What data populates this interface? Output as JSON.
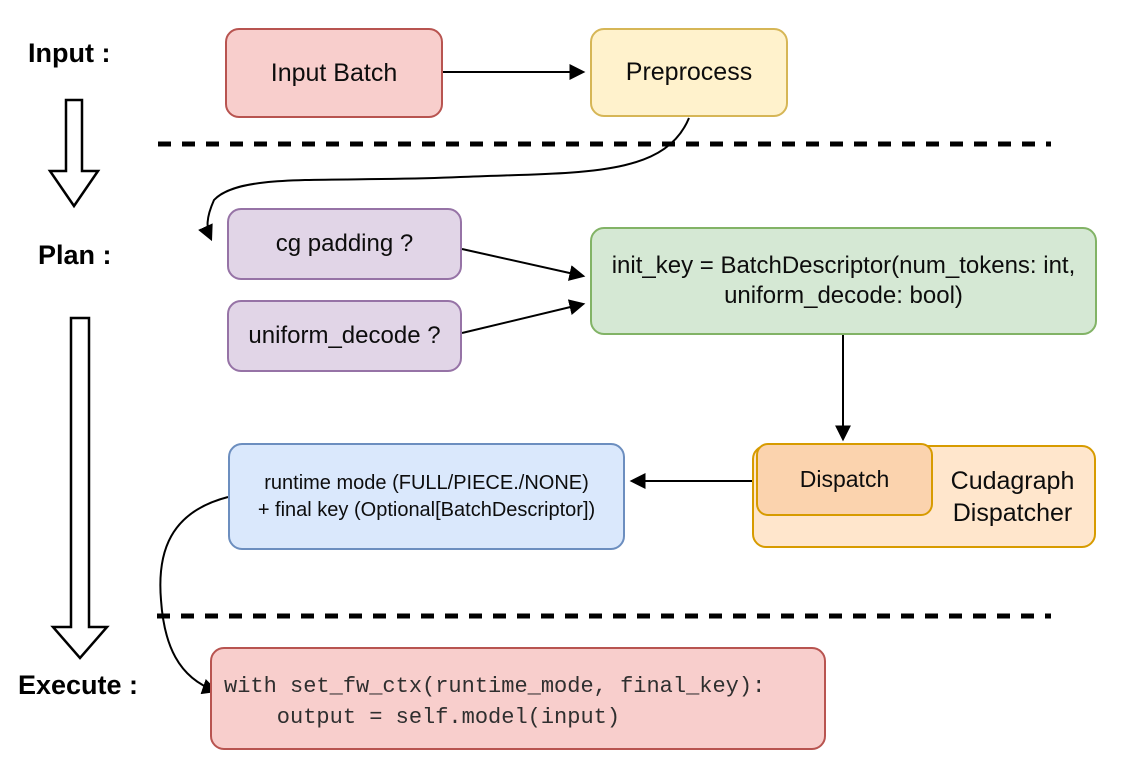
{
  "stages": {
    "input_label": "Input :",
    "plan_label": "Plan :",
    "execute_label": "Execute :"
  },
  "nodes": {
    "input_batch": {
      "label": "Input Batch"
    },
    "preprocess": {
      "label": "Preprocess"
    },
    "cg_padding": {
      "label": "cg padding ?"
    },
    "uniform_decode": {
      "label": "uniform_decode ?"
    },
    "init_key": {
      "line1": "init_key = BatchDescriptor(num_tokens: int,",
      "line2": "uniform_decode: bool)"
    },
    "dispatch": {
      "label": "Dispatch"
    },
    "cudagraph_dispatcher": {
      "line1": "Cudagraph",
      "line2": "Dispatcher"
    },
    "runtime_mode": {
      "line1": "runtime mode (FULL/PIECE./NONE)",
      "line2": "+ final key (Optional[BatchDescriptor])"
    },
    "execute_code": {
      "line1": "with set_fw_ctx(runtime_mode, final_key):",
      "line2": "    output = self.model(input)"
    }
  },
  "colors": {
    "red_fill": "#f8cecc",
    "red_stroke": "#b85450",
    "yellow_fill": "#fff2cc",
    "yellow_stroke": "#d6b656",
    "purple_fill": "#e1d5e7",
    "purple_stroke": "#9673a6",
    "green_fill": "#d5e8d4",
    "green_stroke": "#82b366",
    "blue_fill": "#dae8fc",
    "blue_stroke": "#6c8ebf",
    "orange_fill": "#ffe6cc",
    "orange_stroke": "#d79b00",
    "orange_inner_fill": "#fbd3ae",
    "line": "#000000"
  }
}
